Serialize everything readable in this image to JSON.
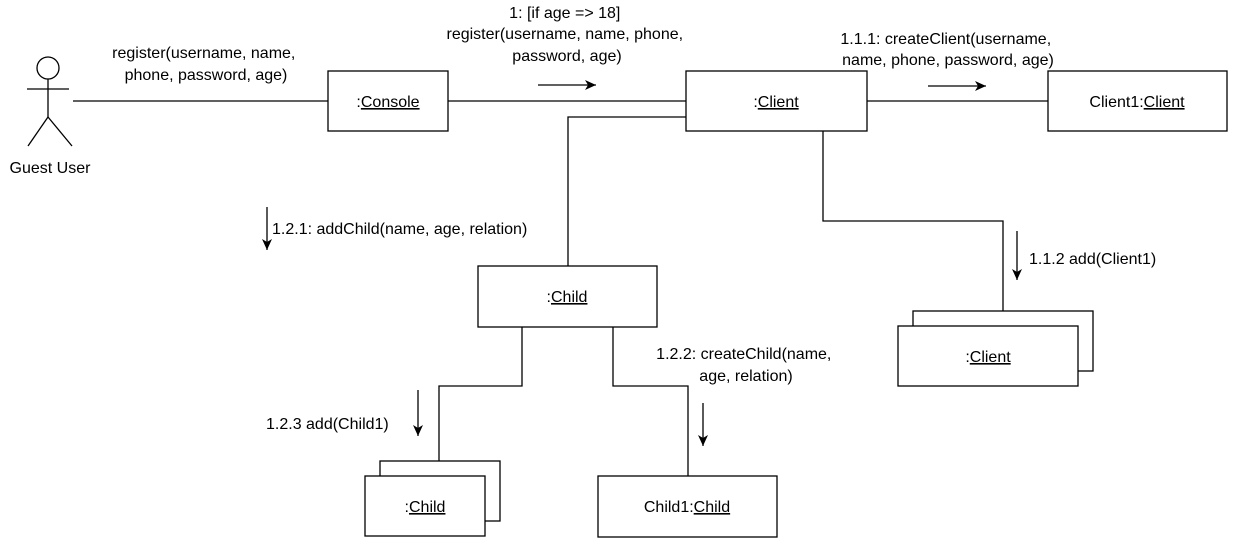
{
  "actor": {
    "label": "Guest User"
  },
  "objects": {
    "console": {
      "prefix": ":",
      "cls": "Console"
    },
    "client": {
      "prefix": ":",
      "cls": "Client"
    },
    "client1": {
      "prefix": "Client1:",
      "cls": "Client"
    },
    "client_collection": {
      "prefix": ":",
      "cls": "Client"
    },
    "child": {
      "prefix": ":",
      "cls": "Child"
    },
    "child_collection": {
      "prefix": ":",
      "cls": "Child"
    },
    "child1": {
      "prefix": "Child1:",
      "cls": "Child"
    }
  },
  "messages": {
    "register_actor": [
      "register(username, name,",
      "phone, password, age)"
    ],
    "register_console": [
      "1: [if age => 18]",
      "register(username, name, phone,",
      "password, age)"
    ],
    "create_client": [
      "1.1.1: createClient(username,",
      "name, phone, password, age)"
    ],
    "add_client": [
      "1.1.2 add(Client1)"
    ],
    "add_child": [
      "1.2.1: addChild(name, age, relation)"
    ],
    "create_child": [
      "1.2.2: createChild(name,",
      "age, relation)"
    ],
    "add_child1": [
      "1.2.3 add(Child1)"
    ]
  },
  "colors": {
    "stroke": "#000000",
    "fill": "#ffffff"
  }
}
